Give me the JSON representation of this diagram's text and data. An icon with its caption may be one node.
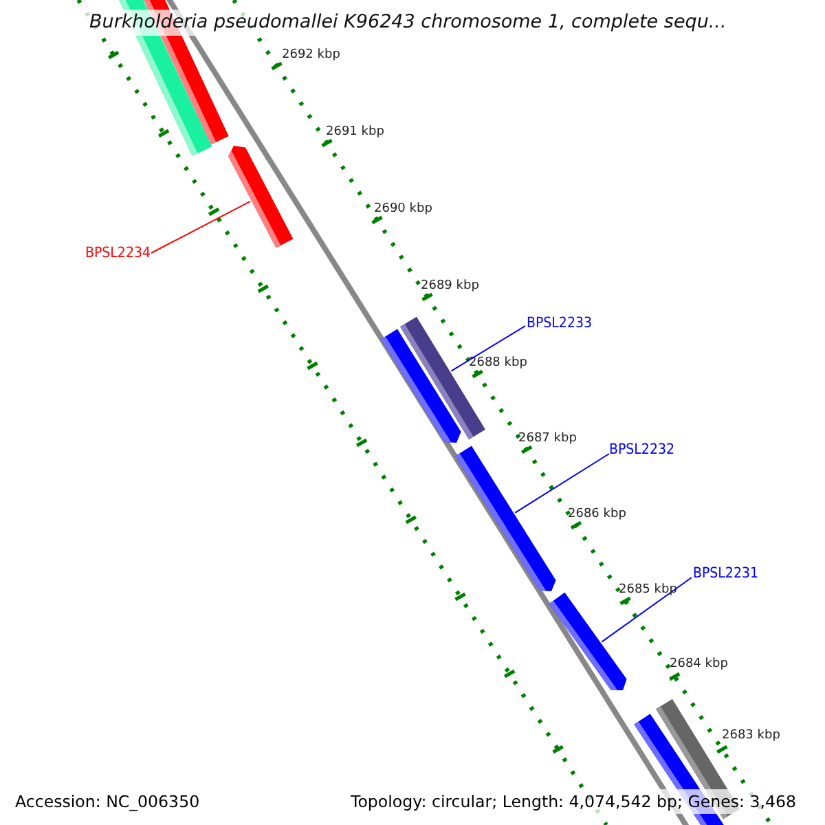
{
  "diagram": {
    "title": "Burkholderia pseudomallei K96243 chromosome 1, complete sequ...",
    "nodes": [
      {
        "text": [],
        "shape": "bar"
      },
      {
        "text": [],
        "shape": "bar"
      },
      {
        "text": [],
        "shape": "bar"
      },
      {
        "text": [
          "BPSL2234"
        ]
      },
      {
        "text": [],
        "shape": "bar"
      },
      {
        "text": [
          "BPSL2233"
        ]
      },
      {
        "text": [],
        "shape": "bar"
      },
      {
        "text": [],
        "shape": "bar"
      },
      {
        "text": [
          "BPSL2232"
        ]
      },
      {
        "text": [],
        "shape": "bar"
      },
      {
        "text": [
          "BPSL2231"
        ]
      },
      {
        "text": [],
        "shape": "bar"
      },
      {
        "text": [],
        "shape": "bar"
      }
    ],
    "edges": [
      {
        "from": 3,
        "to": 2,
        "arrow": "none",
        "color": "#ff0000"
      },
      {
        "from": 5,
        "to": 4,
        "arrow": "none"
      },
      {
        "from": 8,
        "to": 7,
        "arrow": "none"
      },
      {
        "from": 10,
        "to": 9,
        "arrow": "none"
      }
    ],
    "labels": [
      "2692 kbp",
      "2691 kbp",
      "2690 kbp",
      "2689 kbp",
      "2688 kbp",
      "2687 kbp",
      "2686 kbp",
      "2685 kbp",
      "2684 kbp",
      "2683 kbp",
      "Accession: NC_006350",
      "Topology: circular; Length: 4,074,542 bp; Genes: 3,468"
    ]
  }
}
